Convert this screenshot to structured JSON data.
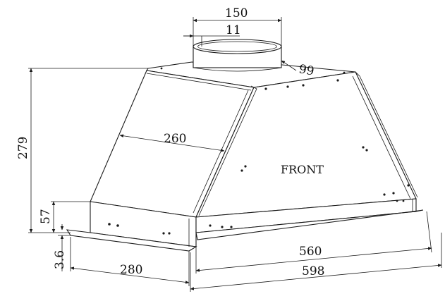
{
  "diagram": {
    "label_front": "FRONT",
    "dimensions": {
      "duct_diameter": "150",
      "duct_collar": "11",
      "duct_offset": "99",
      "height_total": "279",
      "depth_top": "260",
      "height_base": "57",
      "base_thickness": "3.6",
      "depth_base": "280",
      "width_body": "560",
      "width_total": "598"
    }
  }
}
